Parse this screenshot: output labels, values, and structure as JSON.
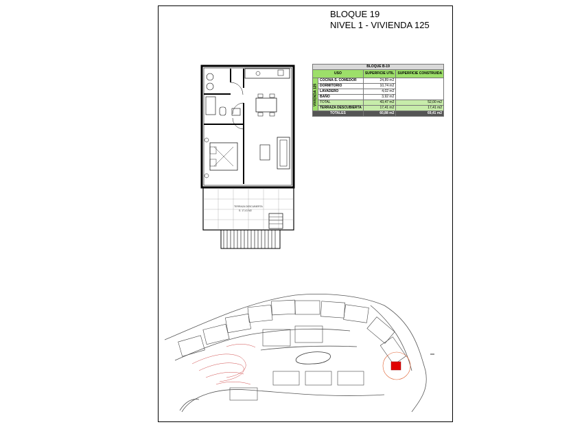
{
  "heading": {
    "line1": "BLOQUE 19",
    "line2": "NIVEL 1 - VIVIENDA 125"
  },
  "table": {
    "header": "BLOQUE B-19",
    "columns": [
      "USO",
      "SUPERFICIE UTIL",
      "SUPERFICIE CONSTRUIDA"
    ],
    "side_label": "VIVIENDA 125",
    "rows": [
      {
        "uso": "COCINA-S. COMEDOR",
        "util": "24,89 m2",
        "construida": ""
      },
      {
        "uso": "DORMITORIO",
        "util": "10,74 m2",
        "construida": ""
      },
      {
        "uso": "LAVADERO",
        "util": "4,02 m2",
        "construida": ""
      },
      {
        "uso": "BAÑO",
        "util": "3,92 m2",
        "construida": ""
      }
    ],
    "total": {
      "uso": "TOTAL",
      "util": "43,47 m2",
      "construida": "52,00 m2"
    },
    "terraza": {
      "uso": "TERRAZA DESCUBIERTA",
      "util": "17,41 m2",
      "construida": "17,41 m2"
    },
    "totales": {
      "uso": "TOTALES",
      "util": "60,88 m2",
      "construida": "69,41 m2"
    }
  },
  "plan": {
    "terrace_label_1": "TERRAZA DESCUBIERTA",
    "terrace_label_2": "S. 17,41 M2"
  },
  "site": {
    "highlight_color": "#e00000"
  }
}
